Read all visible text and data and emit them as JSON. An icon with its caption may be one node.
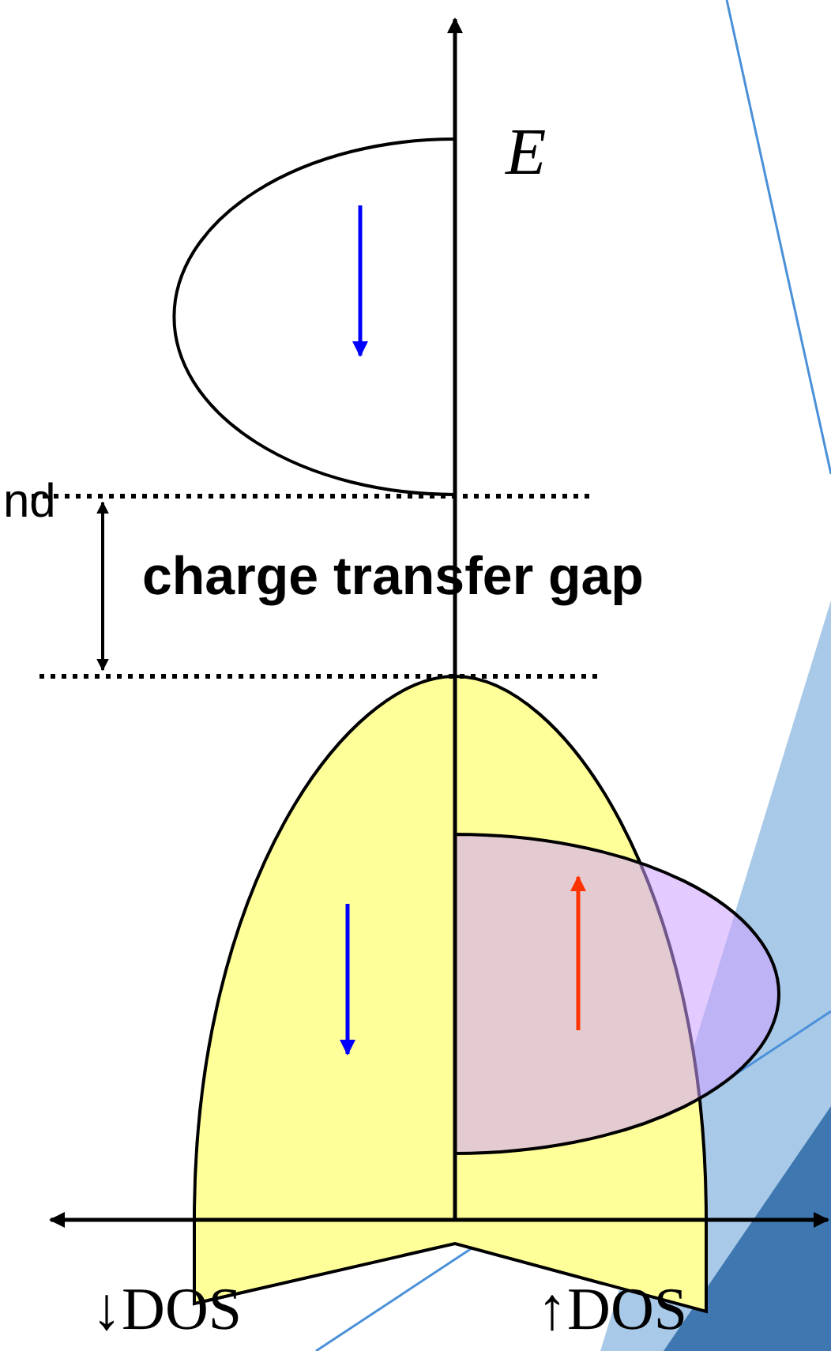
{
  "diagram": {
    "labels": [
      "E",
      "nd",
      "charge transfer gap",
      "↓DOS",
      "↑DOS"
    ]
  }
}
